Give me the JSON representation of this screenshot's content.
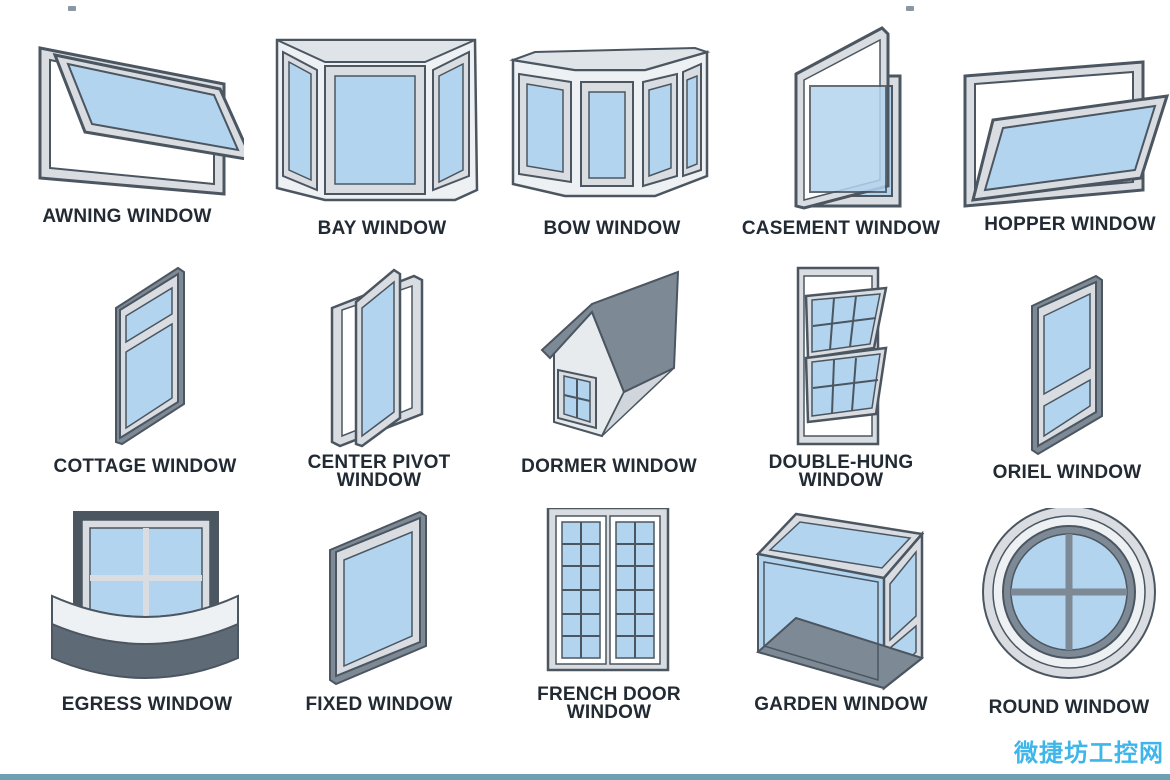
{
  "windows": [
    {
      "label": "AWNING WINDOW",
      "icon": "awning-window-icon"
    },
    {
      "label": "BAY WINDOW",
      "icon": "bay-window-icon"
    },
    {
      "label": "BOW WINDOW",
      "icon": "bow-window-icon"
    },
    {
      "label": "CASEMENT WINDOW",
      "icon": "casement-window-icon"
    },
    {
      "label": "HOPPER WINDOW",
      "icon": "hopper-window-icon"
    },
    {
      "label": "COTTAGE WINDOW",
      "icon": "cottage-window-icon"
    },
    {
      "label": "CENTER PIVOT\nWINDOW",
      "icon": "center-pivot-window-icon"
    },
    {
      "label": "DORMER WINDOW",
      "icon": "dormer-window-icon"
    },
    {
      "label": "DOUBLE-HUNG\nWINDOW",
      "icon": "double-hung-window-icon"
    },
    {
      "label": "ORIEL WINDOW",
      "icon": "oriel-window-icon"
    },
    {
      "label": "EGRESS WINDOW",
      "icon": "egress-window-icon"
    },
    {
      "label": "FIXED WINDOW",
      "icon": "fixed-window-icon"
    },
    {
      "label": "FRENCH DOOR\nWINDOW",
      "icon": "french-door-window-icon"
    },
    {
      "label": "GARDEN WINDOW",
      "icon": "garden-window-icon"
    },
    {
      "label": "ROUND WINDOW",
      "icon": "round-window-icon"
    }
  ],
  "watermark": "微捷坊工控网",
  "colors": {
    "glass": "#b3d4ef",
    "frame": "#d9dde2",
    "outline": "#4b5661",
    "roof": "#7d8a96",
    "label": "#222a33"
  }
}
